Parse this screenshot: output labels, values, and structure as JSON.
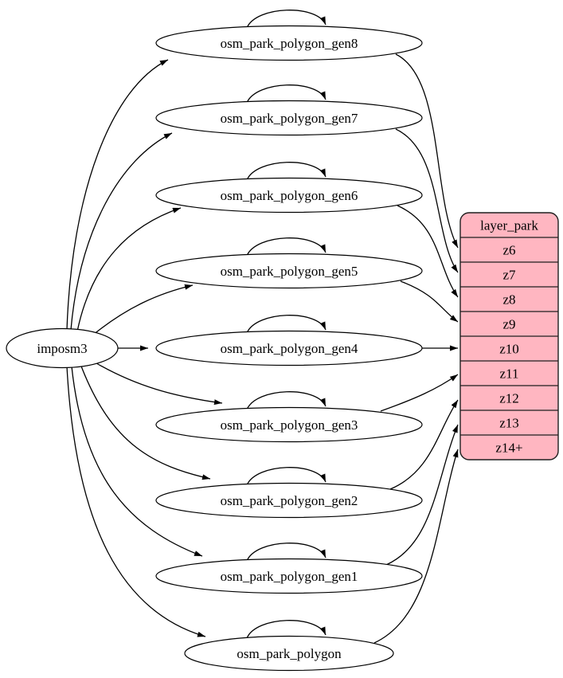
{
  "diagram": {
    "type": "graphviz-digraph",
    "root_node": {
      "id": "imposm3",
      "label": "imposm3"
    },
    "table_nodes": [
      {
        "id": "osm_park_polygon_gen8",
        "label": "osm_park_polygon_gen8",
        "zoom_row": "z6"
      },
      {
        "id": "osm_park_polygon_gen7",
        "label": "osm_park_polygon_gen7",
        "zoom_row": "z7"
      },
      {
        "id": "osm_park_polygon_gen6",
        "label": "osm_park_polygon_gen6",
        "zoom_row": "z8"
      },
      {
        "id": "osm_park_polygon_gen5",
        "label": "osm_park_polygon_gen5",
        "zoom_row": "z9"
      },
      {
        "id": "osm_park_polygon_gen4",
        "label": "osm_park_polygon_gen4",
        "zoom_row": "z10"
      },
      {
        "id": "osm_park_polygon_gen3",
        "label": "osm_park_polygon_gen3",
        "zoom_row": "z11"
      },
      {
        "id": "osm_park_polygon_gen2",
        "label": "osm_park_polygon_gen2",
        "zoom_row": "z12"
      },
      {
        "id": "osm_park_polygon_gen1",
        "label": "osm_park_polygon_gen1",
        "zoom_row": "z13"
      },
      {
        "id": "osm_park_polygon",
        "label": "osm_park_polygon",
        "zoom_row": "z14+"
      }
    ],
    "layer_node": {
      "id": "layer_park",
      "title": "layer_park",
      "rows": [
        "z6",
        "z7",
        "z8",
        "z9",
        "z10",
        "z11",
        "z12",
        "z13",
        "z14+"
      ],
      "fill": "#ffb6c1",
      "stroke": "#1f1f1f"
    },
    "edges": [
      {
        "from": "imposm3",
        "to": "osm_park_polygon_gen8"
      },
      {
        "from": "imposm3",
        "to": "osm_park_polygon_gen7"
      },
      {
        "from": "imposm3",
        "to": "osm_park_polygon_gen6"
      },
      {
        "from": "imposm3",
        "to": "osm_park_polygon_gen5"
      },
      {
        "from": "imposm3",
        "to": "osm_park_polygon_gen4"
      },
      {
        "from": "imposm3",
        "to": "osm_park_polygon_gen3"
      },
      {
        "from": "imposm3",
        "to": "osm_park_polygon_gen2"
      },
      {
        "from": "imposm3",
        "to": "osm_park_polygon_gen1"
      },
      {
        "from": "imposm3",
        "to": "osm_park_polygon"
      },
      {
        "from": "osm_park_polygon_gen8",
        "to": "osm_park_polygon_gen8",
        "type": "self-loop"
      },
      {
        "from": "osm_park_polygon_gen7",
        "to": "osm_park_polygon_gen7",
        "type": "self-loop"
      },
      {
        "from": "osm_park_polygon_gen6",
        "to": "osm_park_polygon_gen6",
        "type": "self-loop"
      },
      {
        "from": "osm_park_polygon_gen5",
        "to": "osm_park_polygon_gen5",
        "type": "self-loop"
      },
      {
        "from": "osm_park_polygon_gen4",
        "to": "osm_park_polygon_gen4",
        "type": "self-loop"
      },
      {
        "from": "osm_park_polygon_gen3",
        "to": "osm_park_polygon_gen3",
        "type": "self-loop"
      },
      {
        "from": "osm_park_polygon_gen2",
        "to": "osm_park_polygon_gen2",
        "type": "self-loop"
      },
      {
        "from": "osm_park_polygon_gen1",
        "to": "osm_park_polygon_gen1",
        "type": "self-loop"
      },
      {
        "from": "osm_park_polygon",
        "to": "osm_park_polygon",
        "type": "self-loop"
      },
      {
        "from": "osm_park_polygon_gen8",
        "to": "layer_park:z6"
      },
      {
        "from": "osm_park_polygon_gen7",
        "to": "layer_park:z7"
      },
      {
        "from": "osm_park_polygon_gen6",
        "to": "layer_park:z8"
      },
      {
        "from": "osm_park_polygon_gen5",
        "to": "layer_park:z9"
      },
      {
        "from": "osm_park_polygon_gen4",
        "to": "layer_park:z10"
      },
      {
        "from": "osm_park_polygon_gen3",
        "to": "layer_park:z11"
      },
      {
        "from": "osm_park_polygon_gen2",
        "to": "layer_park:z12"
      },
      {
        "from": "osm_park_polygon_gen1",
        "to": "layer_park:z13"
      },
      {
        "from": "osm_park_polygon",
        "to": "layer_park:z14+"
      }
    ],
    "colors": {
      "node_fill": "#ffffff",
      "node_stroke": "#000000",
      "edge": "#000000",
      "text": "#000000"
    }
  }
}
